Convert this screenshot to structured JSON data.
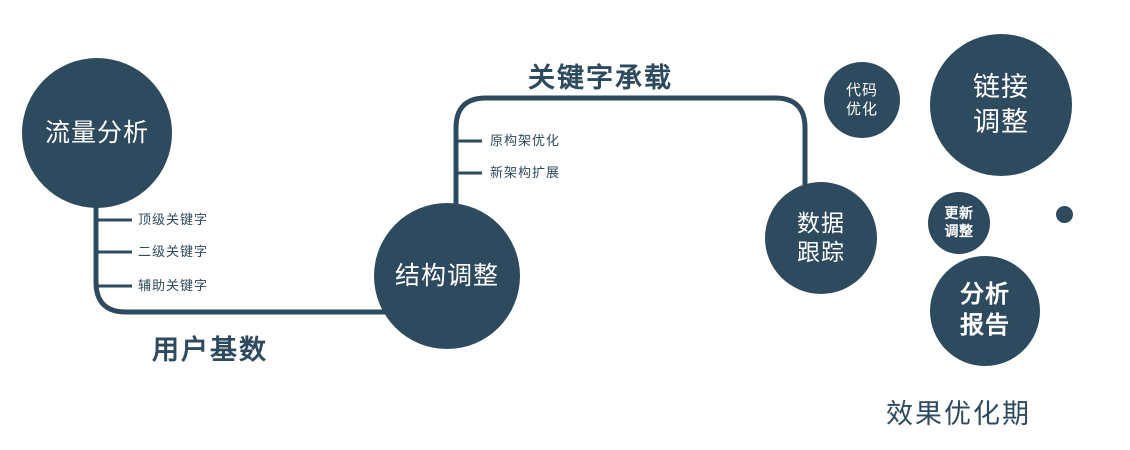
{
  "colors": {
    "primary": "#2E4A5E",
    "background": "#FFFFFF",
    "text_on_circle": "#FFFFFF"
  },
  "nodes": {
    "traffic": {
      "label": "流量分析"
    },
    "structure": {
      "label": "结构调整"
    },
    "data_tracking": {
      "line1": "数据",
      "line2": "跟踪"
    },
    "code_opt": {
      "line1": "代码",
      "line2": "优化"
    },
    "link_adjust": {
      "line1": "链接",
      "line2": "调整"
    },
    "update_adjust": {
      "line1": "更新",
      "line2": "调整"
    },
    "analysis_report": {
      "line1": "分析",
      "line2": "报告"
    }
  },
  "edges": {
    "user_base_label": "用户基数",
    "keyword_carry_label": "关键字承载",
    "traffic_ticks": [
      "顶级关键字",
      "二级关键字",
      "辅助关键字"
    ],
    "structure_ticks": [
      "原构架优化",
      "新架构扩展"
    ]
  },
  "footer": {
    "phase_label": "效果优化期"
  }
}
